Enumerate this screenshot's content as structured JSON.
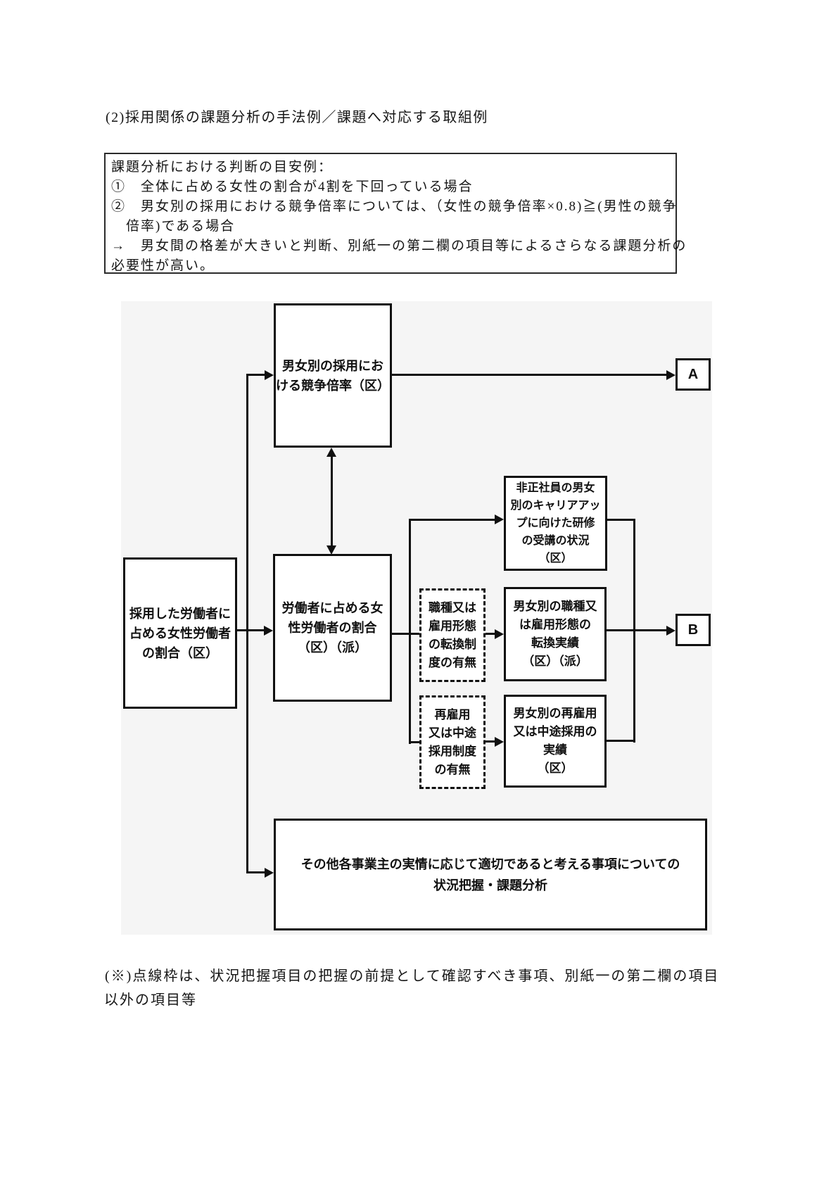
{
  "page": {
    "title": "(2)採用関係の課題分析の手法例／課題へ対応する取組例",
    "note": {
      "line1": "(※)点線枠は、状況把握項目の把握の前提として確認すべき事項、別紙一の第二欄の項目",
      "line2": "以外の項目等"
    }
  },
  "criteria_box": {
    "lines": [
      "課題分析における判断の目安例：",
      "①　全体に占める女性の割合が4割を下回っている場合",
      "②　男女別の採用における競争倍率については、（女性の競争倍率×0.8)≧(男性の競争",
      "　倍率)である場合",
      "→　男女間の格差が大きいと判断、別紙一の第二欄の項目等によるさらなる課題分析の",
      "必要性が高い。"
    ]
  },
  "flowchart": {
    "boxes": {
      "competition_ratio": "男女別の採用にお\nける競争倍率（区）",
      "hired_ratio": "採用した労働者に\n占める女性労働者\nの割合（区）",
      "worker_ratio": "労働者に占める女\n性労働者の割合\n（区）（派）",
      "career_training": "非正社員の男女\n別のキャリアアッ\nプに向けた研修\nの受講の状況\n（区）",
      "conversion_system": "職種又は\n雇用形態\nの転換制\n度の有無",
      "conversion_results": "男女別の職種又\nは雇用形態の\n転換実績\n（区）（派）",
      "rehire_system": "再雇用\n又は中途\n採用制度\nの有無",
      "rehire_results": "男女別の再雇用\n又は中途採用の\n実績\n（区）",
      "label_a": "A",
      "label_b": "B",
      "other_items": "その他各事業主の実情に応じて適切であると考える事項についての\n状況把握・課題分析"
    }
  },
  "colors": {
    "line": "#101010",
    "diagram_background": "#f5f5f5",
    "page_background": "#ffffff"
  }
}
